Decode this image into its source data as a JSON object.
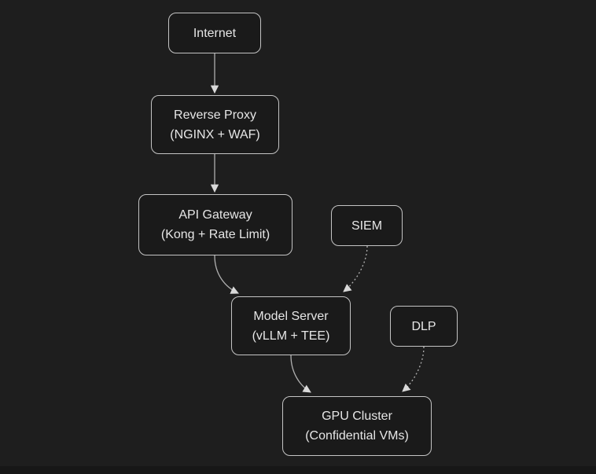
{
  "diagram": {
    "nodes": [
      {
        "id": "internet",
        "lines": [
          "Internet"
        ]
      },
      {
        "id": "reverse-proxy",
        "lines": [
          "Reverse Proxy",
          "(NGINX + WAF)"
        ]
      },
      {
        "id": "api-gateway",
        "lines": [
          "API Gateway",
          "(Kong + Rate Limit)"
        ]
      },
      {
        "id": "siem",
        "lines": [
          "SIEM"
        ]
      },
      {
        "id": "model-server",
        "lines": [
          "Model Server",
          "(vLLM + TEE)"
        ]
      },
      {
        "id": "dlp",
        "lines": [
          "DLP"
        ]
      },
      {
        "id": "gpu-cluster",
        "lines": [
          "GPU Cluster",
          "(Confidential VMs)"
        ]
      }
    ],
    "edges": [
      {
        "from": "internet",
        "to": "reverse-proxy",
        "style": "solid"
      },
      {
        "from": "reverse-proxy",
        "to": "api-gateway",
        "style": "solid"
      },
      {
        "from": "api-gateway",
        "to": "model-server",
        "style": "solid"
      },
      {
        "from": "siem",
        "to": "model-server",
        "style": "dotted"
      },
      {
        "from": "model-server",
        "to": "gpu-cluster",
        "style": "solid"
      },
      {
        "from": "dlp",
        "to": "gpu-cluster",
        "style": "dotted"
      }
    ],
    "colors": {
      "background": "#1e1e1e",
      "node_fill": "#1a1a1a",
      "node_border": "#c4c4c4",
      "text": "#e6e6e6",
      "edge_line": "#b0b0b0",
      "arrowhead": "#d9d9d9",
      "footer_strip": "#171717"
    }
  }
}
